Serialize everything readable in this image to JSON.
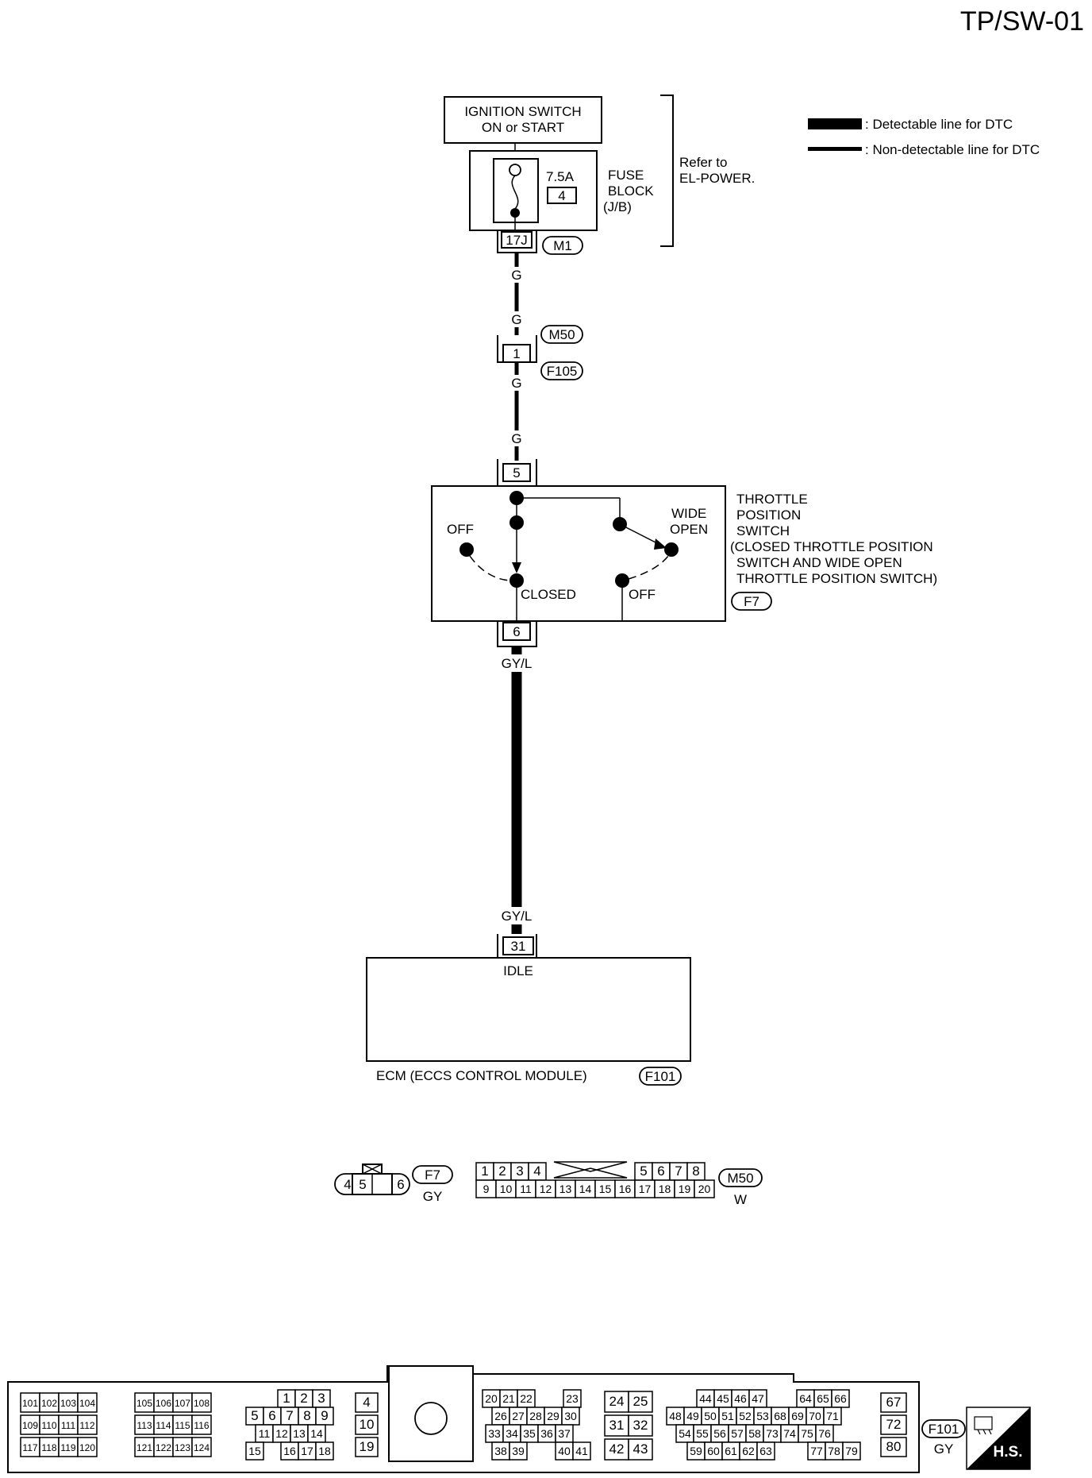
{
  "page_id": "TP/SW-01",
  "legend": {
    "detectable": ": Detectable line for DTC",
    "non_detectable": ": Non-detectable line for DTC"
  },
  "ignition": {
    "line1": "IGNITION SWITCH",
    "line2": "ON or START"
  },
  "fuse": {
    "rating": "7.5A",
    "number": "4",
    "label1": "FUSE",
    "label2": "BLOCK",
    "label3": "(J/B)",
    "terminal": "17J",
    "connector": "M1"
  },
  "refer": {
    "line1": "Refer to",
    "line2": "EL-POWER."
  },
  "wires": {
    "g1": "G",
    "g2": "G",
    "g3": "G",
    "g4": "G",
    "gyl1": "GY/L",
    "gyl2": "GY/L"
  },
  "joint": {
    "pin": "1",
    "conn_top": "M50",
    "conn_bottom": "F105"
  },
  "tps": {
    "pin_top": "5",
    "pin_bottom": "6",
    "label_off_left": "OFF",
    "label_closed": "CLOSED",
    "label_off_right": "OFF",
    "label_wide": "WIDE",
    "label_open": "OPEN",
    "name1": "THROTTLE",
    "name2": "POSITION",
    "name3": "SWITCH",
    "name4": "(CLOSED THROTTLE POSITION",
    "name5": "SWITCH AND WIDE OPEN",
    "name6": "THROTTLE POSITION SWITCH)",
    "connector": "F7"
  },
  "ecm": {
    "pin": "31",
    "terminal_name": "IDLE",
    "name": "ECM (ECCS  CONTROL  MODULE)",
    "connector": "F101"
  },
  "f7_face": {
    "pins": [
      "4",
      "5",
      "6"
    ],
    "id": "F7",
    "color": "GY"
  },
  "m50_face": {
    "top_left": [
      "1",
      "2",
      "3",
      "4"
    ],
    "top_right": [
      "5",
      "6",
      "7",
      "8"
    ],
    "bottom": [
      "9",
      "10",
      "11",
      "12",
      "13",
      "14",
      "15",
      "16",
      "17",
      "18",
      "19",
      "20"
    ],
    "id": "M50",
    "color": "W"
  },
  "f101_face": {
    "g1": [
      [
        "101",
        "102",
        "103",
        "104"
      ],
      [
        "109",
        "110",
        "111",
        "112"
      ],
      [
        "117",
        "118",
        "119",
        "120"
      ]
    ],
    "g2": [
      [
        "105",
        "106",
        "107",
        "108"
      ],
      [
        "113",
        "114",
        "115",
        "116"
      ],
      [
        "121",
        "122",
        "123",
        "124"
      ]
    ],
    "g3_r1": [
      "1",
      "2",
      "3"
    ],
    "g3_r2": [
      "5",
      "6",
      "7",
      "8",
      "9"
    ],
    "g3_r3": [
      "11",
      "12",
      "13",
      "14"
    ],
    "g3_r4a": [
      "15"
    ],
    "g3_r4b": [
      "16",
      "17",
      "18"
    ],
    "g4": [
      "4",
      "10",
      "19"
    ],
    "g5_r1a": [
      "20",
      "21",
      "22"
    ],
    "g5_r1b": [
      "23"
    ],
    "g5_r2": [
      "26",
      "27",
      "28",
      "29",
      "30"
    ],
    "g5_r3": [
      "33",
      "34",
      "35",
      "36",
      "37"
    ],
    "g5_r4a": [
      "38",
      "39"
    ],
    "g5_r4b": [
      "40",
      "41"
    ],
    "g6": [
      [
        "24",
        "25"
      ],
      [
        "31",
        "32"
      ],
      [
        "42",
        "43"
      ]
    ],
    "g7_r1a": [
      "44",
      "45",
      "46",
      "47"
    ],
    "g7_r1b": [
      "64",
      "65",
      "66"
    ],
    "g7_r2": [
      "48",
      "49",
      "50",
      "51",
      "52",
      "53",
      "68",
      "69",
      "70",
      "71"
    ],
    "g7_r3": [
      "54",
      "55",
      "56",
      "57",
      "58",
      "73",
      "74",
      "75",
      "76"
    ],
    "g7_r4a": [
      "59",
      "60",
      "61",
      "62",
      "63"
    ],
    "g7_r4b": [
      "77",
      "78",
      "79"
    ],
    "g8": [
      "67",
      "72",
      "80"
    ],
    "id": "F101",
    "color": "GY",
    "badge": "H.S."
  }
}
